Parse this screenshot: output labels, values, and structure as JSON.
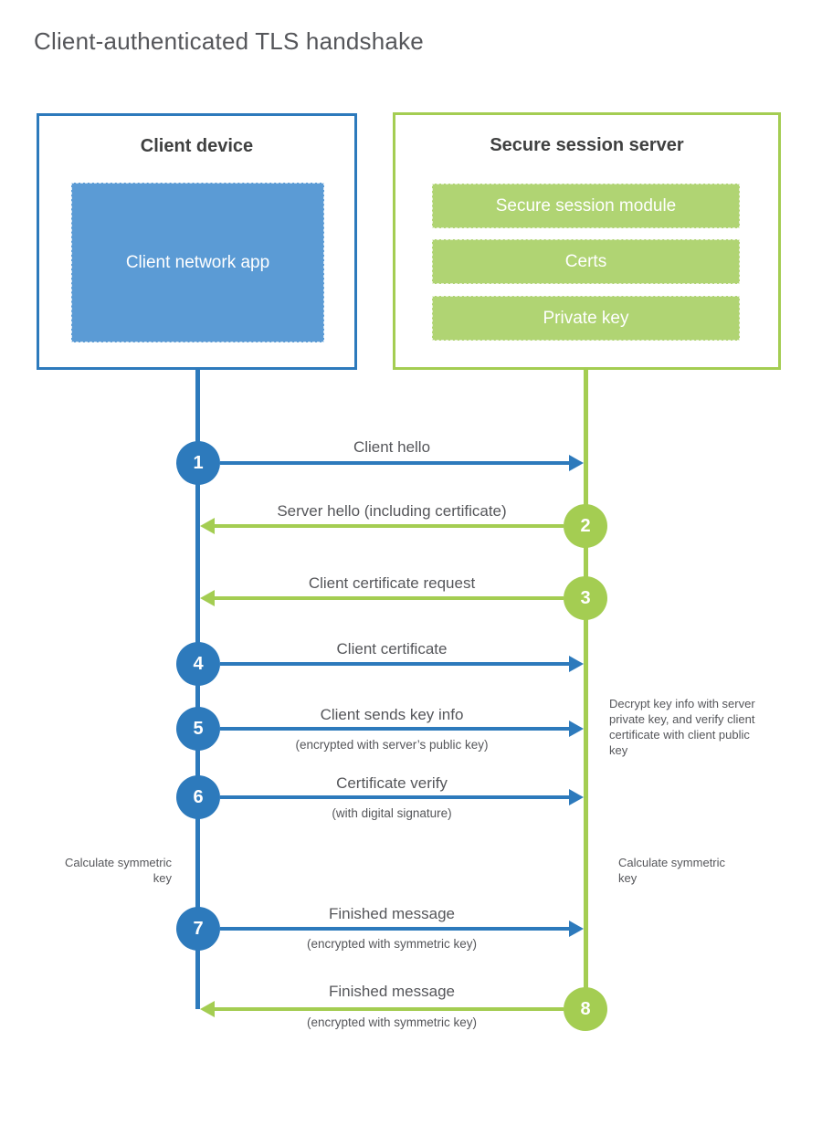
{
  "title": "Client-authenticated TLS handshake",
  "colors": {
    "client_blue": "#2d7abc",
    "client_fill_blue": "#5b9bd5",
    "server_green": "#a4cd52",
    "server_fill_green": "#b0d473",
    "heading_text": "#3f4040",
    "body_text": "#55565a"
  },
  "client": {
    "title": "Client device",
    "app_label": "Client network app"
  },
  "server": {
    "title": "Secure session server",
    "modules": [
      "Secure session module",
      "Certs",
      "Private key"
    ]
  },
  "steps": [
    {
      "num": "1",
      "direction": "client-to-server",
      "label": "Client hello",
      "sub": ""
    },
    {
      "num": "2",
      "direction": "server-to-client",
      "label": "Server hello (including certificate)",
      "sub": ""
    },
    {
      "num": "3",
      "direction": "server-to-client",
      "label": "Client certificate request",
      "sub": ""
    },
    {
      "num": "4",
      "direction": "client-to-server",
      "label": "Client certificate",
      "sub": ""
    },
    {
      "num": "5",
      "direction": "client-to-server",
      "label": "Client sends key info",
      "sub": "(encrypted with server’s public key)"
    },
    {
      "num": "6",
      "direction": "client-to-server",
      "label": "Certificate verify",
      "sub": "(with digital signature)"
    },
    {
      "num": "7",
      "direction": "client-to-server",
      "label": "Finished message",
      "sub": "(encrypted with symmetric key)"
    },
    {
      "num": "8",
      "direction": "server-to-client",
      "label": "Finished message",
      "sub": "(encrypted with symmetric key)"
    }
  ],
  "annotations": {
    "decrypt_note": "Decrypt key info with server private key, and verify client certificate with client public key",
    "client_calc_note": "Calculate symmetric key",
    "server_calc_note": "Calculate symmetric key"
  }
}
